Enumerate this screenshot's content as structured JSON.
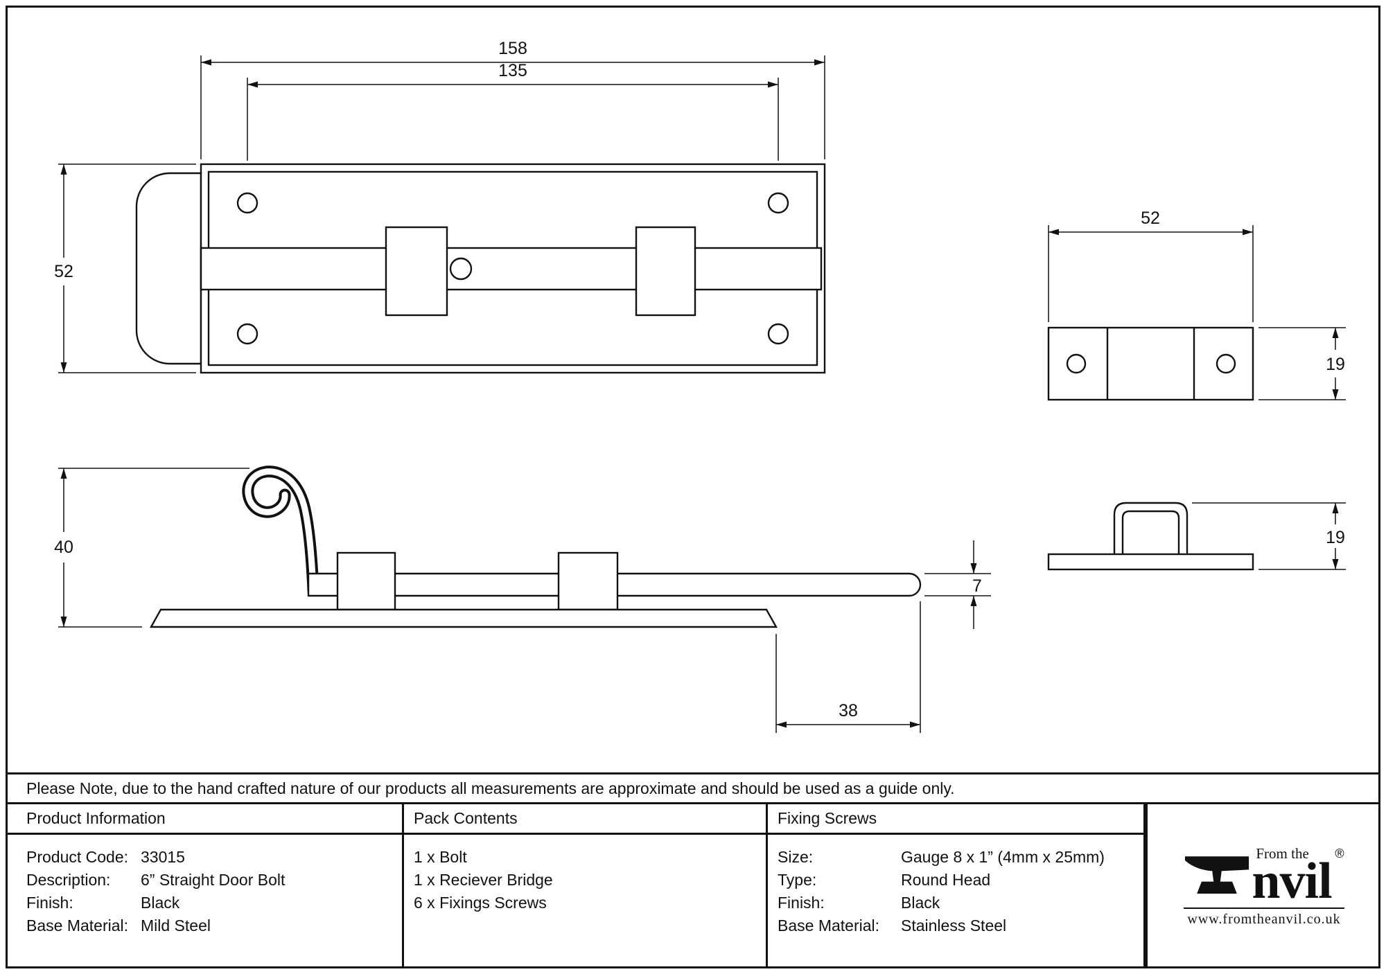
{
  "note": "Please Note, due to the hand crafted nature of our products all measurements are approximate and should be used as a guide only.",
  "dimensions": {
    "plate_length": "158",
    "hole_spacing": "135",
    "plate_height": "52",
    "receiver_length": "52",
    "receiver_width": "19",
    "receiver_bridge_height": "19",
    "side_height": "40",
    "rod_thickness": "7",
    "throw_length": "38"
  },
  "table": {
    "product_information": {
      "header": "Product Information",
      "rows": [
        {
          "label": "Product Code:",
          "value": "33015"
        },
        {
          "label": "Description:",
          "value": "6” Straight Door Bolt"
        },
        {
          "label": "Finish:",
          "value": "Black"
        },
        {
          "label": "Base Material:",
          "value": "Mild Steel"
        }
      ]
    },
    "pack_contents": {
      "header": "Pack Contents",
      "items": [
        "1 x Bolt",
        "1 x Reciever Bridge",
        "6 x Fixings Screws"
      ]
    },
    "fixing_screws": {
      "header": "Fixing Screws",
      "rows": [
        {
          "label": "Size:",
          "value": "Gauge 8 x 1” (4mm x 25mm)"
        },
        {
          "label": "Type:",
          "value": "Round Head"
        },
        {
          "label": "Finish:",
          "value": "Black"
        },
        {
          "label": "Base Material:",
          "value": "Stainless Steel"
        }
      ]
    }
  },
  "logo": {
    "from_the": "From the",
    "brand_suffix": "nvil",
    "registered": "®",
    "url": "www.fromtheanvil.co.uk"
  }
}
